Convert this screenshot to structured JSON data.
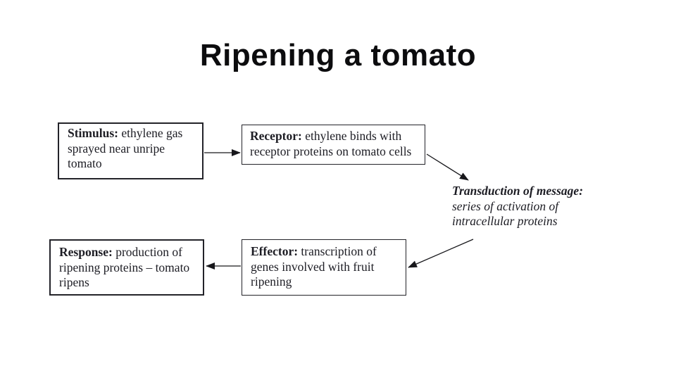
{
  "slide": {
    "title": "Ripening a tomato"
  },
  "diagram": {
    "stimulus": {
      "label": "Stimulus:",
      "text": " ethylene gas\nsprayed near unripe\ntomato"
    },
    "receptor": {
      "label": "Receptor:",
      "text": " ethylene binds with\nreceptor proteins on tomato cells"
    },
    "transduction": {
      "heading": "Transduction of message:",
      "text": "series of activation of\nintracellular proteins"
    },
    "effector": {
      "label": "Effector:",
      "text": " transcription of\ngenes involved with fruit\nripening"
    },
    "response": {
      "label": "Response:",
      "text": " production of\nripening proteins – tomato\nripens"
    }
  },
  "icons": {
    "arrowhead": "solid-triangle-arrowhead"
  },
  "colors": {
    "background": "#ffffff",
    "text": "#1d1d24",
    "title_text": "#0c0c0e",
    "box_border": "#232329",
    "arrow": "#17171b"
  }
}
